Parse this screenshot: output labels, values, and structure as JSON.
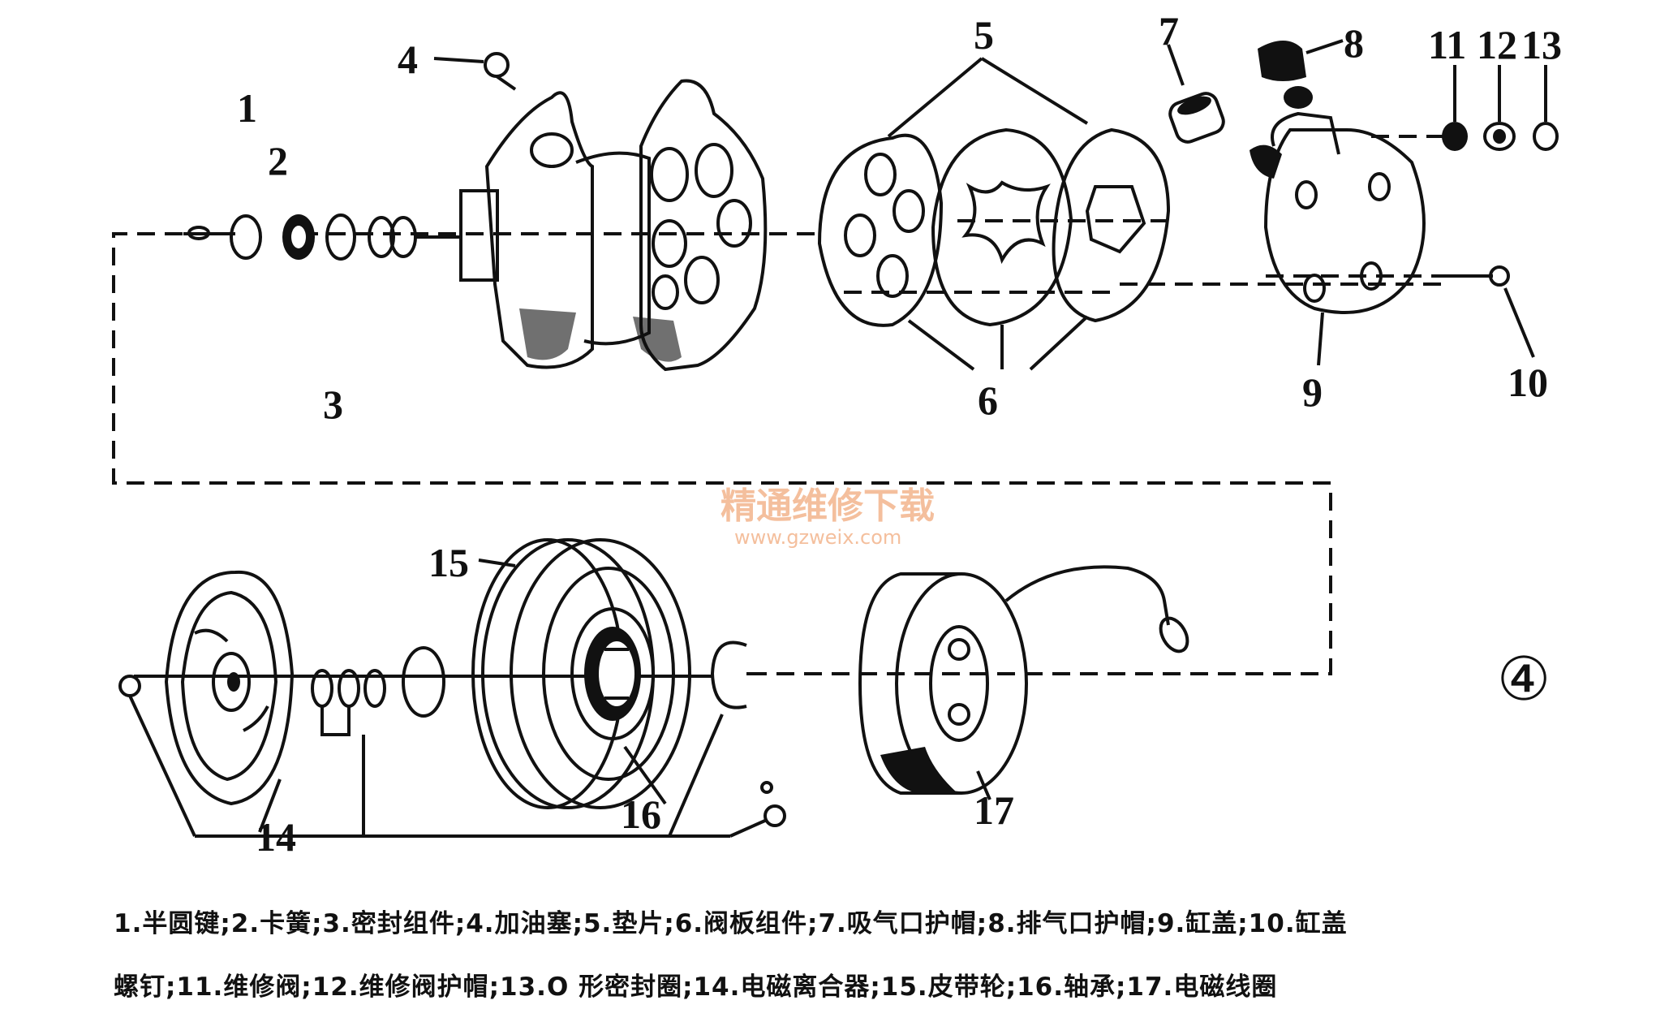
{
  "labels": {
    "n1": "1",
    "n2": "2",
    "n3": "3",
    "n4": "4",
    "n5": "5",
    "n6": "6",
    "n7": "7",
    "n8": "8",
    "n9": "9",
    "n10": "10",
    "n11": "11",
    "n12": "12",
    "n13": "13",
    "n14": "14",
    "n15": "15",
    "n16": "16",
    "n17": "17"
  },
  "figure_marker": "④",
  "watermark": {
    "title": "精通维修下载",
    "url": "www.gzweix.com"
  },
  "caption": {
    "line1": "1.半圆键;2.卡簧;3.密封组件;4.加油塞;5.垫片;6.阀板组件;7.吸气口护帽;8.排气口护帽;9.缸盖;10.缸盖",
    "line2": "螺钉;11.维修阀;12.维修阀护帽;13.O 形密封圈;14.电磁离合器;15.皮带轮;16.轴承;17.电磁线圈"
  }
}
